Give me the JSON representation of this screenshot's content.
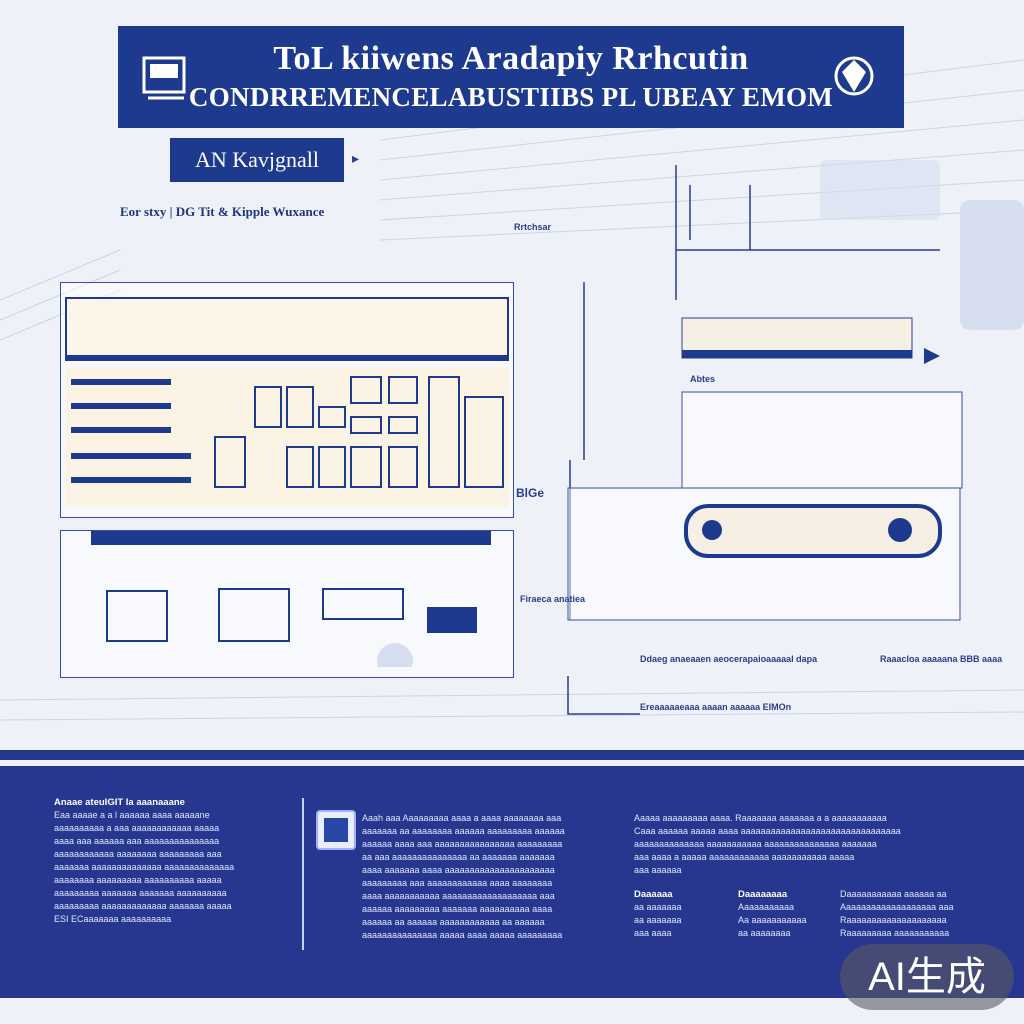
{
  "header": {
    "title_line1": "ToL kiiwens Aradapiy Rrhcutin",
    "title_line2": "CONDRREMENCELABUSTIIBS PL UBEAY EMOM"
  },
  "badge": {
    "label": "AN Kavjgnall"
  },
  "subtitle": "Eor stxy | DG Tit & Kipple Wuxance",
  "captions": {
    "c1": "Rrtchsar",
    "c2": "Abtes",
    "c3": "BlGe",
    "c4": "Firaeca anatiea",
    "c5": "Ddaeg anaeaaen aeocerapaioaaaaal dapa",
    "c6": "Raaacloa aaaaana BBB aaaa",
    "c7": "Ereaaaaaeaaa aaaan aaaaaa EIMOn"
  },
  "lower": {
    "col1": {
      "head": "Anaae ateuIGIT Ia aaanaaane",
      "lines": [
        "Eaa aaaae a a l aaaaaa aaaa aaaaane",
        "aaaaaaaaaa a aaa aaaaaaaaaaaa aaaaa",
        "aaaa aaa aaaaaa aaa aaaaaaaaaaaaaaa",
        "aaaaaaaaaaaa aaaaaaaa aaaaaaaaa aaa",
        "aaaaaaa aaaaaaaaaaaaaa aaaaaaaaaaaaaa",
        "aaaaaaaa aaaaaaaaa aaaaaaaaaa aaaaa",
        "aaaaaaaaa aaaaaaa aaaaaaa aaaaaaaaaa",
        "aaaaaaaaa aaaaaaaaaaaaa aaaaaaa aaaaa",
        "ESI ECaaaaaaa aaaaaaaaaa"
      ]
    },
    "col2": {
      "lines": [
        "Aaah aaa Aaaaaaaaa aaaa a aaaa aaaaaaaa aaa",
        "aaaaaaa aa aaaaaaaa aaaaaa aaaaaaaaa aaaaaa",
        "aaaaaa aaaa aaa aaaaaaaaaaaaaaaa aaaaaaaaa",
        "aa aaa aaaaaaaaaaaaaaa aa aaaaaaa aaaaaaa",
        "aaaa aaaaaaa aaaa aaaaaaaaaaaaaaaaaaaaaa",
        "aaaaaaaaa aaa aaaaaaaaaaaa aaaa aaaaaaaa",
        "aaaa aaaaaaaaaaa aaaaaaaaaaaaaaaaaaa aaa",
        "aaaaaa aaaaaaaaa aaaaaaa aaaaaaaaaa aaaa",
        "aaaaaa aa aaaaaa aaaaaaaaaaaa aa aaaaaa",
        "aaaaaaaaaaaaaaa aaaaa aaaa aaaaa aaaaaaaaa"
      ]
    },
    "col3": {
      "lines": [
        "Aaaaa aaaaaaaaa aaaa. Raaaaaaa aaaaaaa a a aaaaaaaaaaa",
        "Caaa aaaaaa aaaaa aaaa aaaaaaaaaaaaaaaaaaaaaaaaaaaaaaaa",
        "aaaaaaaaaaaaaa aaaaaaaaaaa aaaaaaaaaaaaaaa aaaaaaa",
        "aaa aaaa a aaaaa aaaaaaaaaaaa aaaaaaaaaaa aaaaa",
        "aaa aaaaaa"
      ]
    },
    "col4": {
      "head": "Daaaaaa",
      "lines": [
        "aa aaaaaaa",
        "aa aaaaaaa",
        "aaa aaaa"
      ]
    },
    "col5": {
      "head": "Daaaaaaaa",
      "lines": [
        "Aaaaaaaaaaa",
        "Aa aaaaaaaaaaa",
        "aa aaaaaaaa"
      ]
    },
    "col6": {
      "lines": [
        "Daaaaaaaaaaa aaaaaa aa",
        "Aaaaaaaaaaaaaaaaaaa aaa",
        "Raaaaaaaaaaaaaaaaaaaa",
        "Raaaaaaaaa aaaaaaaaaaa"
      ]
    }
  },
  "watermark": "AI生成",
  "colors": {
    "primary": "#1e3a8f",
    "band": "#27368f",
    "background": "#eef2f8"
  }
}
